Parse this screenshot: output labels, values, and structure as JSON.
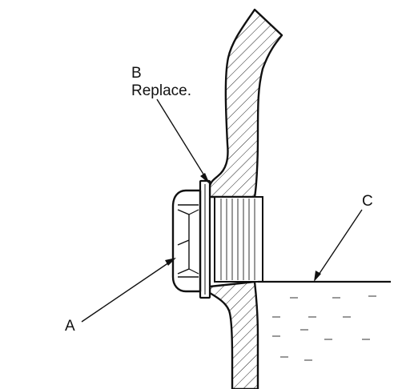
{
  "labels": {
    "a": "A",
    "b": "B",
    "b_note": "Replace.",
    "c": "C"
  },
  "components": {
    "housing": "housing-casting",
    "drain_bolt": "drain-bolt",
    "washer": "sealing-washer",
    "fluid": "fluid-level"
  },
  "colors": {
    "line": "#111111",
    "hatch": "#222222",
    "background": "#ffffff"
  }
}
